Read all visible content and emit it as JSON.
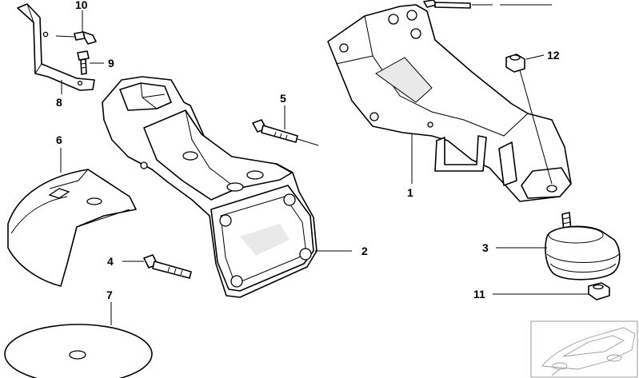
{
  "diagram": {
    "callouts": [
      {
        "id": "c1",
        "label": "1"
      },
      {
        "id": "c2",
        "label": "2"
      },
      {
        "id": "c3",
        "label": "3"
      },
      {
        "id": "c4",
        "label": "4"
      },
      {
        "id": "c5",
        "label": "5"
      },
      {
        "id": "c6",
        "label": "6"
      },
      {
        "id": "c7",
        "label": "7"
      },
      {
        "id": "c8",
        "label": "8"
      },
      {
        "id": "c9",
        "label": "9"
      },
      {
        "id": "c10",
        "label": "10"
      },
      {
        "id": "c11",
        "label": "11"
      },
      {
        "id": "c12",
        "label": "12"
      }
    ],
    "style": {
      "line_color": "#000000",
      "background": "#ffffff",
      "inset_color": "#9a9a9a"
    }
  }
}
